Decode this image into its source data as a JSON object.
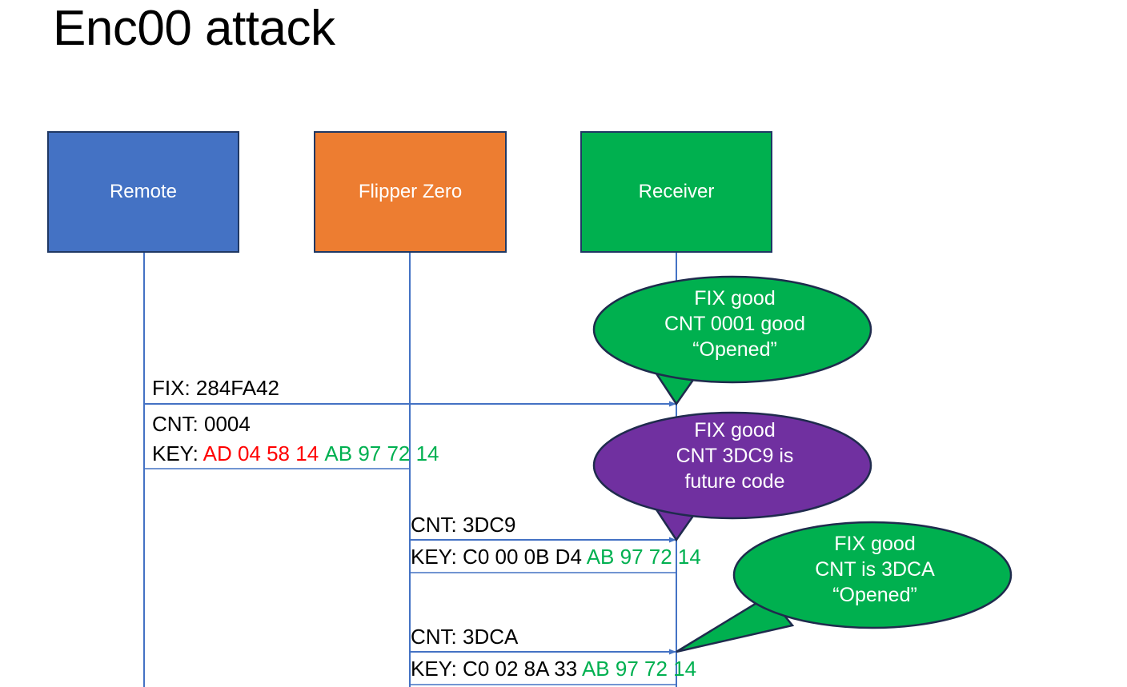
{
  "slide": {
    "title": "Enc00 attack",
    "background": "#FFFFFF"
  },
  "colors": {
    "remote": "#4472C4",
    "flipper": "#ED7D31",
    "receiver": "#00B04F",
    "bubble_good": "#00B04F",
    "bubble_future": "#7030A0",
    "border": "#1F3864",
    "lifeline": "#4472C4",
    "hex_red": "#FF0000",
    "hex_green": "#00B050",
    "text": "#000000"
  },
  "actors": [
    {
      "id": "remote",
      "label": "Remote"
    },
    {
      "id": "flipper",
      "label": "Flipper Zero"
    },
    {
      "id": "receiver",
      "label": "Receiver"
    }
  ],
  "messages": [
    {
      "id": "msg1",
      "from": "remote",
      "to": "receiver",
      "fix": "FIX: 284FA42",
      "cnt": "CNT: 0004",
      "key_prefix": "KEY: ",
      "key_part_red": "AD 04 58 14",
      "key_part_green": "AB 97 72 14"
    },
    {
      "id": "msg2",
      "from": "flipper",
      "to": "receiver",
      "cnt": "CNT: 3DC9",
      "key_prefix": "KEY: C0 00 0B D4 ",
      "key_part_green": "AB 97 72 14"
    },
    {
      "id": "msg3",
      "from": "flipper",
      "to": "receiver",
      "cnt": "CNT: 3DCA",
      "key_prefix": "KEY: C0 02 8A 33 ",
      "key_part_green": "AB 97 72 14"
    }
  ],
  "bubbles": [
    {
      "id": "bubble1",
      "color": "#00B04F",
      "line1": "FIX good",
      "line2": "CNT 0001 good",
      "line3": "“Opened”"
    },
    {
      "id": "bubble2",
      "color": "#7030A0",
      "line1": "FIX good",
      "line2": "CNT 3DC9 is",
      "line3": "future code"
    },
    {
      "id": "bubble3",
      "color": "#00B04F",
      "line1": "FIX good",
      "line2": "CNT is 3DCA",
      "line3": "“Opened”"
    }
  ]
}
